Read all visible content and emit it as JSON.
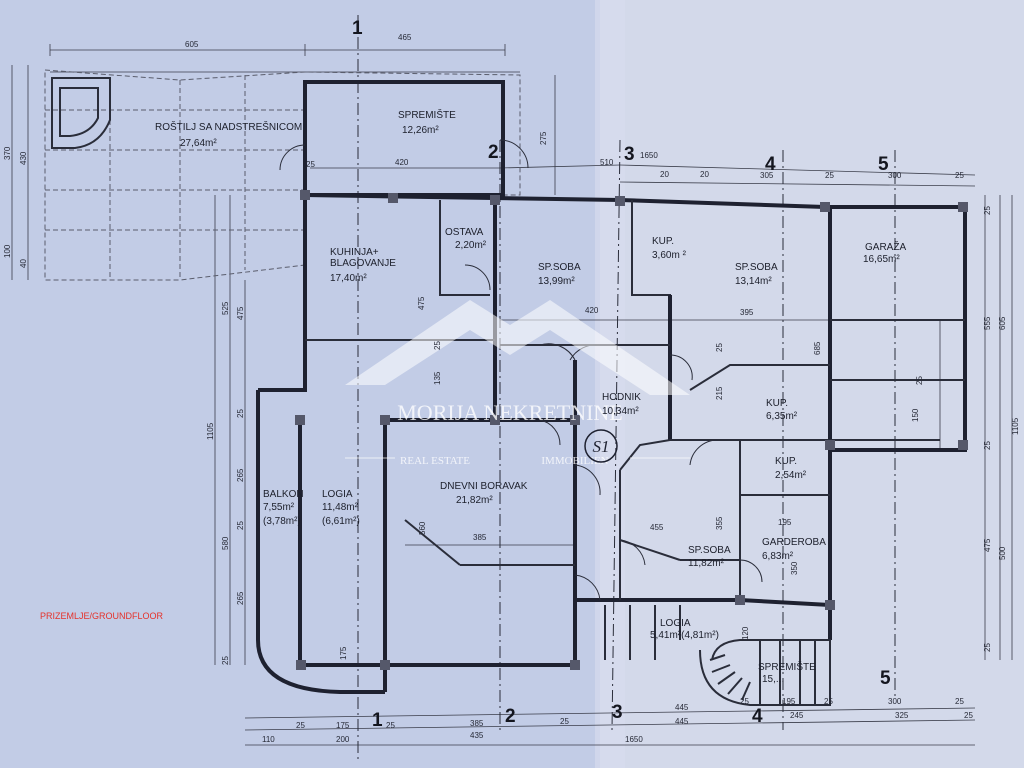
{
  "colors": {
    "paper": "#c9d2e6",
    "ink": "#1e2130",
    "label_red": "#e5322b",
    "watermark": "#ffffff"
  },
  "floor_label": "PRIZEMLJE/GROUNDFLOOR",
  "section_marker": "S1",
  "watermark": {
    "brand": "MORIJA NEKRETNINE",
    "left": "REAL ESTATE",
    "right": "IMMOBILIEN"
  },
  "rooms": {
    "rostilj": {
      "name": "ROŠTILJ SA NADSTREŠNICOM",
      "area": "27,64m²"
    },
    "spremiste_top": {
      "name": "SPREMIŠTE",
      "area": "12,26m²"
    },
    "kuhinja": {
      "name1": "KUHINJA+",
      "name2": "BLAGOVANJE",
      "area": "17,40m²"
    },
    "ostava": {
      "name": "OSTAVA",
      "area": "2,20m²"
    },
    "spsoba1": {
      "name": "SP.SOBA",
      "area": "13,99m²"
    },
    "kup1": {
      "name": "KUP.",
      "area": "3,60m ²"
    },
    "spsoba2": {
      "name": "SP.SOBA",
      "area": "13,14m²"
    },
    "garaza": {
      "name": "GARAŽA",
      "area": "16,65m²"
    },
    "hodnik": {
      "name": "HODNIK",
      "area": "10,34m²"
    },
    "kup2": {
      "name": "KUP.",
      "area": "6,35m²"
    },
    "kup3": {
      "name": "KUP.",
      "area": "2,54m²"
    },
    "balkon": {
      "name": "BALKON",
      "area1": "7,55m²",
      "area2": "(3,78m²)"
    },
    "logia1": {
      "name": "LOGIA",
      "area1": "11,48m²",
      "area2": "(6,61m²)"
    },
    "dnevni": {
      "name": "DNEVNI BORAVAK",
      "area": "21,82m²"
    },
    "spsoba3": {
      "name": "SP.SOBA",
      "area": "11,82m²"
    },
    "garderoba": {
      "name": "GARDEROBA",
      "area": "6,83m²"
    },
    "logia2": {
      "name": "LOGIA",
      "area": "5,41m²(4,81m²)"
    },
    "spremiste_bottom": {
      "name": "SPREMIŠTE",
      "area": "15,..."
    }
  },
  "axes": [
    "1",
    "2",
    "3",
    "4",
    "5"
  ],
  "dimensions": {
    "top": [
      "605",
      "465",
      "1650",
      "20",
      "305",
      "25",
      "300",
      "25"
    ],
    "inner": [
      "420",
      "510",
      "420",
      "395",
      "275",
      "25",
      "475",
      "135",
      "25",
      "685",
      "215",
      "25",
      "150",
      "455",
      "355",
      "195",
      "350",
      "385",
      "560",
      "25",
      "20",
      "120",
      "175"
    ],
    "left": [
      "370",
      "430",
      "100",
      "40",
      "525",
      "475",
      "1105",
      "265",
      "580",
      "265",
      "25",
      "25",
      "25"
    ],
    "right": [
      "25",
      "555",
      "605",
      "1105",
      "25",
      "475",
      "500",
      "25"
    ],
    "bottom": [
      "25",
      "175",
      "25",
      "385",
      "25",
      "445",
      "300",
      "25",
      "110",
      "200",
      "435",
      "445",
      "245",
      "325",
      "1650",
      "25",
      "195",
      "25",
      "25"
    ]
  }
}
